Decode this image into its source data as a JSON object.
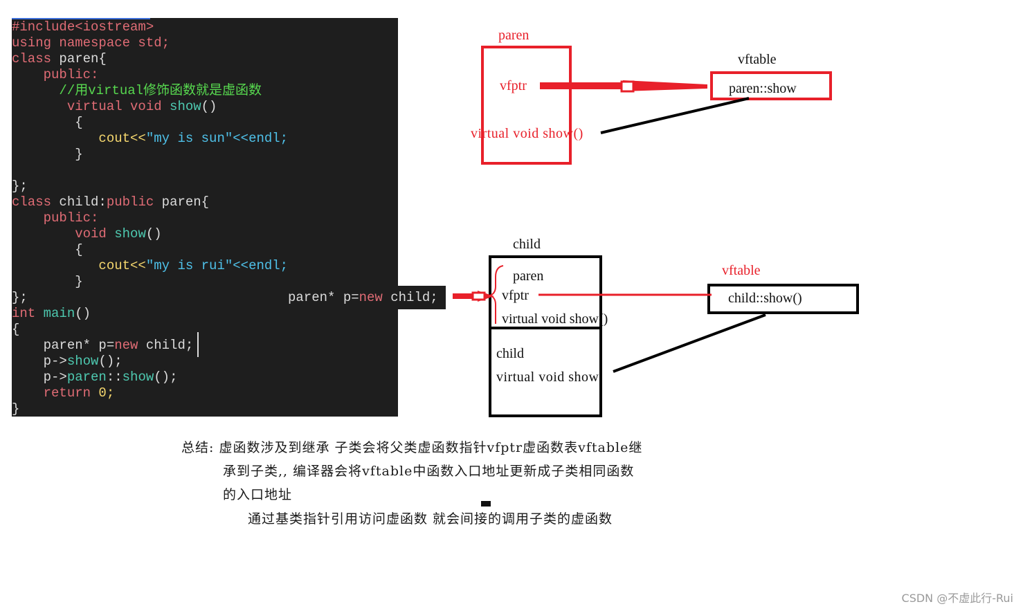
{
  "code": {
    "lines": [
      [
        {
          "t": "#include<iostream>",
          "c": "pp"
        }
      ],
      [
        {
          "t": "using namespace std;",
          "c": "kw"
        }
      ],
      [
        {
          "t": "class ",
          "c": "kw"
        },
        {
          "t": "paren{",
          "c": "plain"
        }
      ],
      [
        {
          "t": "    public:",
          "c": "kw"
        }
      ],
      [
        {
          "t": "      //用virtual修饰函数就是虚函数",
          "c": "cmt"
        }
      ],
      [
        {
          "t": "       virtual void ",
          "c": "kw"
        },
        {
          "t": "show",
          "c": "fn"
        },
        {
          "t": "()",
          "c": "plain"
        }
      ],
      [
        {
          "t": "        {",
          "c": "plain"
        }
      ],
      [
        {
          "t": "           cout<<",
          "c": "num"
        },
        {
          "t": "\"my is sun\"",
          "c": "str"
        },
        {
          "t": "<<endl;",
          "c": "str"
        }
      ],
      [
        {
          "t": "        }",
          "c": "plain"
        }
      ],
      [
        {
          "t": "",
          "c": "plain"
        }
      ],
      [
        {
          "t": "};",
          "c": "plain"
        }
      ],
      [
        {
          "t": "class ",
          "c": "kw"
        },
        {
          "t": "child:",
          "c": "plain"
        },
        {
          "t": "public ",
          "c": "kw"
        },
        {
          "t": "paren{",
          "c": "plain"
        }
      ],
      [
        {
          "t": "    public:",
          "c": "kw"
        }
      ],
      [
        {
          "t": "        void ",
          "c": "kw"
        },
        {
          "t": "show",
          "c": "fn"
        },
        {
          "t": "()",
          "c": "plain"
        }
      ],
      [
        {
          "t": "        {",
          "c": "plain"
        }
      ],
      [
        {
          "t": "           cout<<",
          "c": "num"
        },
        {
          "t": "\"my is rui\"",
          "c": "str"
        },
        {
          "t": "<<endl;",
          "c": "str"
        }
      ],
      [
        {
          "t": "        }",
          "c": "plain"
        }
      ],
      [
        {
          "t": "};",
          "c": "plain"
        }
      ],
      [
        {
          "t": "int ",
          "c": "kw"
        },
        {
          "t": "main",
          "c": "fn"
        },
        {
          "t": "()",
          "c": "plain"
        }
      ],
      [
        {
          "t": "{",
          "c": "plain"
        }
      ],
      [
        {
          "t": "    paren* p=",
          "c": "plain"
        },
        {
          "t": "new ",
          "c": "kw"
        },
        {
          "t": "child;",
          "c": "plain"
        }
      ],
      [
        {
          "t": "    p->",
          "c": "plain"
        },
        {
          "t": "show",
          "c": "fn"
        },
        {
          "t": "();",
          "c": "plain"
        }
      ],
      [
        {
          "t": "    p->",
          "c": "plain"
        },
        {
          "t": "paren",
          "c": "fn"
        },
        {
          "t": "::",
          "c": "plain"
        },
        {
          "t": "show",
          "c": "fn"
        },
        {
          "t": "();",
          "c": "plain"
        }
      ],
      [
        {
          "t": "    return ",
          "c": "kw"
        },
        {
          "t": "0;",
          "c": "num"
        }
      ],
      [
        {
          "t": "}",
          "c": "plain"
        }
      ]
    ],
    "snippet": [
      {
        "t": "paren* p=",
        "c": "plain"
      },
      {
        "t": "new ",
        "c": "kw"
      },
      {
        "t": "child;",
        "c": "plain"
      }
    ]
  },
  "diagram": {
    "paren_title": "paren",
    "paren_vfptr": "vfptr",
    "paren_method": "virtual  void  show()",
    "vftable1_title": "vftable",
    "vftable1_entry": "paren::show",
    "child_title": "child",
    "child_inner_paren": "paren",
    "child_vfptr": "vfptr",
    "child_inner_method": "virtual void show()",
    "child_part_label": "child",
    "child_part_method": "virtual  void  show",
    "vftable2_title": "vftable",
    "vftable2_entry": "child::show()"
  },
  "summary": {
    "line1": "总结: 虚函数涉及到继承 子类会将父类虚函数指针vfptr虚函数表vftable继",
    "line2": "承到子类,, 编译器会将vftable中函数入口地址更新成子类相同函数",
    "line3": "的入口地址",
    "line4": "通过基类指针引用访问虚函数 就会间接的调用子类的虚函数"
  },
  "watermark": "CSDN @不虚此行-Rui",
  "colors": {
    "accent_red": "#e8202a",
    "code_bg": "#1e1e1e"
  }
}
